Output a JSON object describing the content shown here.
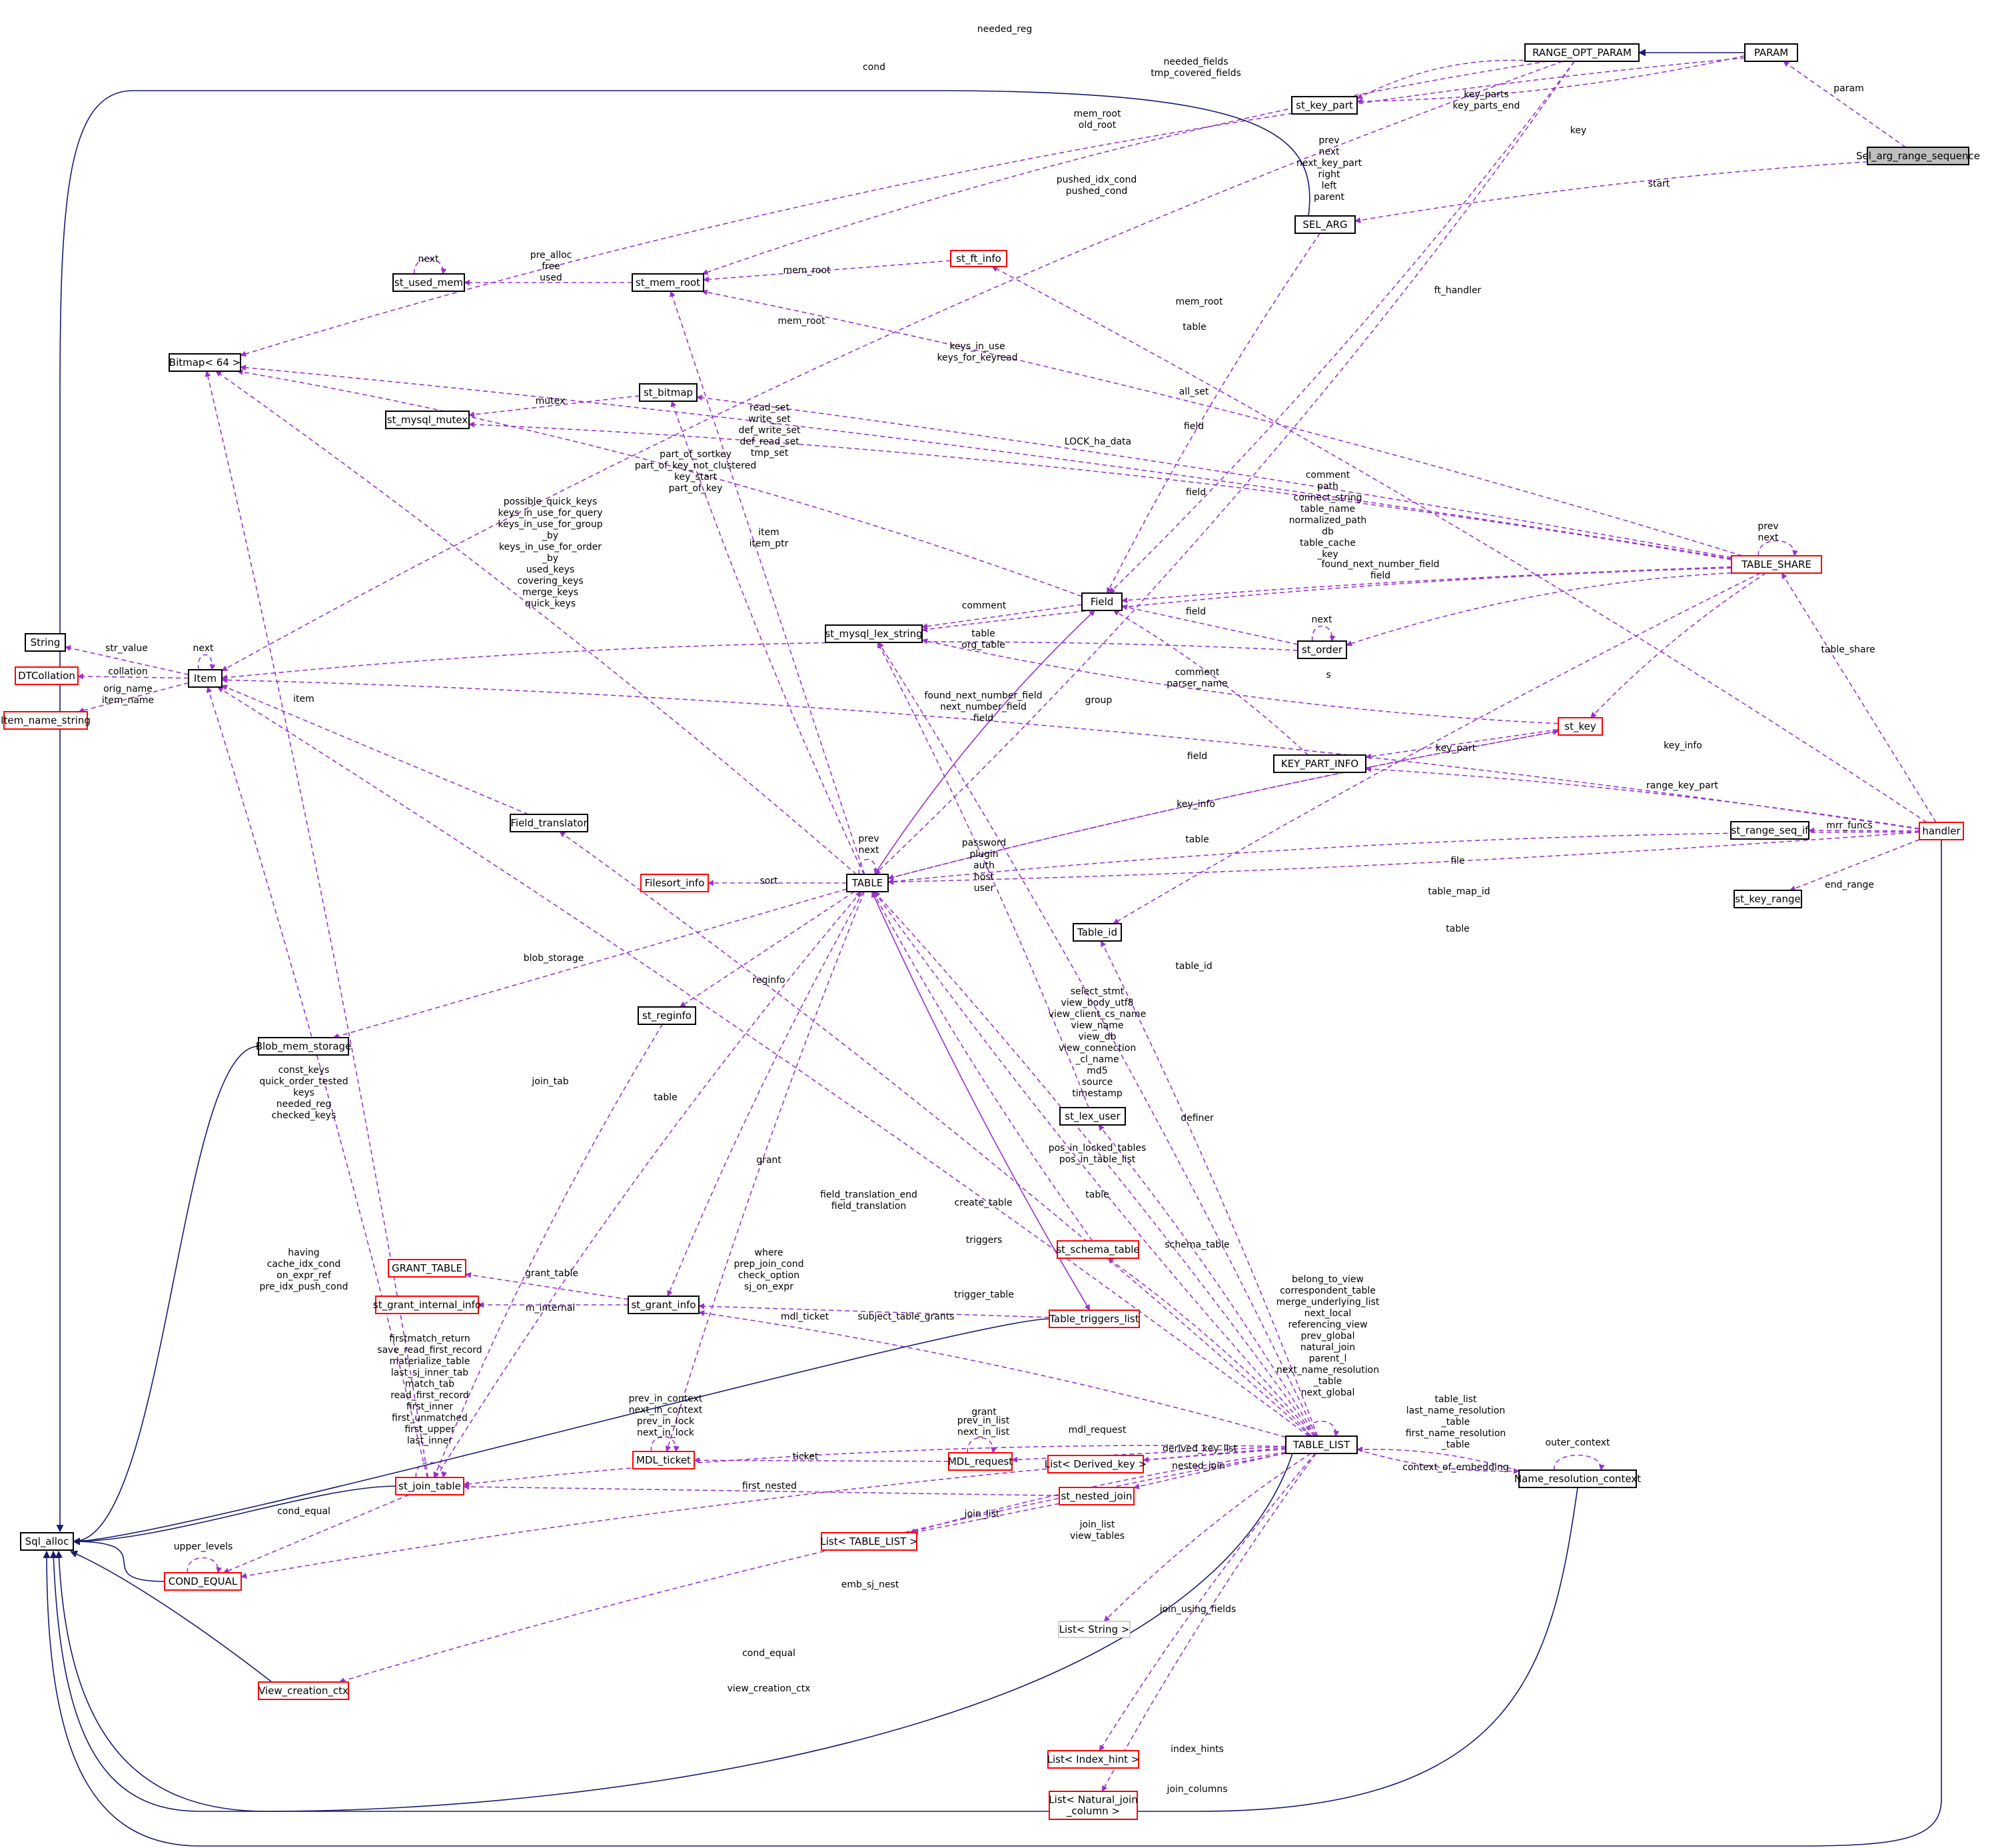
{
  "diagram": {
    "colors": {
      "inherit": "#191970",
      "usage": "#9a32cd",
      "truncated_node": "#ff0000",
      "plain_node": "#000000",
      "undocumented_node": "#bfbfbf",
      "focus_fill": "#bfbfbf"
    },
    "nodes": [
      {
        "id": "sel_arg_range_sequence",
        "label": "Sel_arg_range_sequence",
        "style": "focus"
      },
      {
        "id": "param",
        "label": "PARAM",
        "style": "plain"
      },
      {
        "id": "range_opt_param",
        "label": "RANGE_OPT_PARAM",
        "style": "plain"
      },
      {
        "id": "st_key_part",
        "label": "st_key_part",
        "style": "plain"
      },
      {
        "id": "sel_arg",
        "label": "SEL_ARG",
        "style": "plain"
      },
      {
        "id": "st_ft_info",
        "label": "st_ft_info",
        "style": "red"
      },
      {
        "id": "st_used_mem",
        "label": "st_used_mem",
        "style": "plain"
      },
      {
        "id": "st_mem_root",
        "label": "st_mem_root",
        "style": "plain"
      },
      {
        "id": "bitmap64",
        "label": "Bitmap< 64 >",
        "style": "plain"
      },
      {
        "id": "st_bitmap",
        "label": "st_bitmap",
        "style": "plain"
      },
      {
        "id": "st_mysql_mutex",
        "label": "st_mysql_mutex",
        "style": "plain"
      },
      {
        "id": "table_share",
        "label": "TABLE_SHARE",
        "style": "red"
      },
      {
        "id": "field",
        "label": "Field",
        "style": "plain"
      },
      {
        "id": "st_mysql_lex_string",
        "label": "st_mysql_lex_string",
        "style": "plain"
      },
      {
        "id": "st_order",
        "label": "st_order",
        "style": "plain"
      },
      {
        "id": "string",
        "label": "String",
        "style": "plain"
      },
      {
        "id": "dtcollation",
        "label": "DTCollation",
        "style": "red"
      },
      {
        "id": "item",
        "label": "Item",
        "style": "plain"
      },
      {
        "id": "item_name_string",
        "label": "Item_name_string",
        "style": "red"
      },
      {
        "id": "st_key",
        "label": "st_key",
        "style": "red"
      },
      {
        "id": "key_part_info",
        "label": "KEY_PART_INFO",
        "style": "plain"
      },
      {
        "id": "field_translator",
        "label": "Field_translator",
        "style": "plain"
      },
      {
        "id": "handler",
        "label": "handler",
        "style": "red"
      },
      {
        "id": "st_range_seq_if",
        "label": "st_range_seq_if",
        "style": "plain"
      },
      {
        "id": "st_key_range",
        "label": "st_key_range",
        "style": "plain"
      },
      {
        "id": "filesort_info",
        "label": "Filesort_info",
        "style": "red"
      },
      {
        "id": "table",
        "label": "TABLE",
        "style": "plain"
      },
      {
        "id": "table_id",
        "label": "Table_id",
        "style": "plain"
      },
      {
        "id": "st_reginfo",
        "label": "st_reginfo",
        "style": "plain"
      },
      {
        "id": "blob_mem_storage",
        "label": "Blob_mem_storage",
        "style": "plain"
      },
      {
        "id": "st_lex_user",
        "label": "st_lex_user",
        "style": "plain"
      },
      {
        "id": "grant_table",
        "label": "GRANT_TABLE",
        "style": "red"
      },
      {
        "id": "st_schema_table",
        "label": "st_schema_table",
        "style": "red"
      },
      {
        "id": "st_grant_internal_info",
        "label": "st_grant_internal_info",
        "style": "red"
      },
      {
        "id": "st_grant_info",
        "label": "st_grant_info",
        "style": "plain"
      },
      {
        "id": "table_triggers_list",
        "label": "Table_triggers_list",
        "style": "red"
      },
      {
        "id": "mdl_ticket",
        "label": "MDL_ticket",
        "style": "red"
      },
      {
        "id": "mdl_request",
        "label": "MDL_request",
        "style": "red"
      },
      {
        "id": "table_list",
        "label": "TABLE_LIST",
        "style": "plain"
      },
      {
        "id": "list_derived_key",
        "label": "List< Derived_key >",
        "style": "red"
      },
      {
        "id": "name_resolution_context",
        "label": "Name_resolution_context",
        "style": "plain"
      },
      {
        "id": "st_join_table",
        "label": "st_join_table",
        "style": "red"
      },
      {
        "id": "st_nested_join",
        "label": "st_nested_join",
        "style": "red"
      },
      {
        "id": "sql_alloc",
        "label": "Sql_alloc",
        "style": "plain"
      },
      {
        "id": "list_table_list",
        "label": "List< TABLE_LIST >",
        "style": "red"
      },
      {
        "id": "cond_equal",
        "label": "COND_EQUAL",
        "style": "red"
      },
      {
        "id": "list_string",
        "label": "List< String >",
        "style": "grey"
      },
      {
        "id": "view_creation_ctx",
        "label": "View_creation_ctx",
        "style": "red"
      },
      {
        "id": "list_index_hint",
        "label": "List< Index_hint >",
        "style": "red"
      },
      {
        "id": "list_natural_join_column",
        "label": [
          "List< Natural_join",
          "_column >"
        ],
        "style": "red"
      }
    ],
    "edge_labels": [
      {
        "id": "needed_reg",
        "lines": [
          "needed_reg"
        ]
      },
      {
        "id": "cond",
        "lines": [
          "cond"
        ]
      },
      {
        "id": "needed_fields",
        "lines": [
          "needed_fields",
          "tmp_covered_fields"
        ]
      },
      {
        "id": "mem_root_old",
        "lines": [
          "mem_root",
          "old_root"
        ]
      },
      {
        "id": "param",
        "lines": [
          "param"
        ]
      },
      {
        "id": "key_parts",
        "lines": [
          "key_parts",
          "key_parts_end"
        ]
      },
      {
        "id": "key",
        "lines": [
          "key"
        ]
      },
      {
        "id": "start",
        "lines": [
          "start"
        ]
      },
      {
        "id": "sel_arg_self",
        "lines": [
          "prev",
          "next",
          "next_key_part",
          "right",
          "left",
          "parent"
        ]
      },
      {
        "id": "pushed_idx_cond",
        "lines": [
          "pushed_idx_cond",
          "pushed_cond"
        ]
      },
      {
        "id": "next_used_mem",
        "lines": [
          "next"
        ]
      },
      {
        "id": "pre_alloc",
        "lines": [
          "pre_alloc",
          "free",
          "used"
        ]
      },
      {
        "id": "mem_root_ft",
        "lines": [
          "mem_root"
        ]
      },
      {
        "id": "ft_handler",
        "lines": [
          "ft_handler"
        ]
      },
      {
        "id": "mem_root_share",
        "lines": [
          "mem_root"
        ]
      },
      {
        "id": "mem_root_table",
        "lines": [
          "mem_root"
        ]
      },
      {
        "id": "table_field",
        "lines": [
          "table"
        ]
      },
      {
        "id": "keys_in_use",
        "lines": [
          "keys_in_use",
          "keys_for_keyread"
        ]
      },
      {
        "id": "all_set",
        "lines": [
          "all_set"
        ]
      },
      {
        "id": "mutex",
        "lines": [
          "mutex"
        ]
      },
      {
        "id": "read_set",
        "lines": [
          "read_set",
          "write_set",
          "def_write_set",
          "def_read_set",
          "tmp_set"
        ]
      },
      {
        "id": "field_sel_arg",
        "lines": [
          "field"
        ]
      },
      {
        "id": "lock_ha_data",
        "lines": [
          "LOCK_ha_data"
        ]
      },
      {
        "id": "part_of_sortkey",
        "lines": [
          "part_of_sortkey",
          "part_of_key_not_clustered",
          "key_start",
          "part_of_key"
        ]
      },
      {
        "id": "possible_quick_keys",
        "lines": [
          "possible_quick_keys",
          "keys_in_use_for_query",
          "keys_in_use_for_group",
          "_by",
          "keys_in_use_for_order",
          "_by",
          "used_keys",
          "covering_keys",
          "merge_keys",
          "quick_keys"
        ]
      },
      {
        "id": "field_key_part",
        "lines": [
          "field"
        ]
      },
      {
        "id": "comment_share",
        "lines": [
          "comment",
          "path",
          "connect_string",
          "table_name",
          "normalized_path",
          "db",
          "table_cache",
          "_key"
        ]
      },
      {
        "id": "share_self",
        "lines": [
          "prev",
          "next"
        ]
      },
      {
        "id": "item_ptr",
        "lines": [
          "item",
          "item_ptr"
        ]
      },
      {
        "id": "found_next_number_share",
        "lines": [
          "found_next_number_field",
          "field"
        ]
      },
      {
        "id": "comment_field",
        "lines": [
          "comment"
        ]
      },
      {
        "id": "next_order",
        "lines": [
          "next"
        ]
      },
      {
        "id": "field_order",
        "lines": [
          "field"
        ]
      },
      {
        "id": "str_value",
        "lines": [
          "str_value"
        ]
      },
      {
        "id": "next_item",
        "lines": [
          "next"
        ]
      },
      {
        "id": "collation",
        "lines": [
          "collation"
        ]
      },
      {
        "id": "orig_name",
        "lines": [
          "orig_name",
          "item_name"
        ]
      },
      {
        "id": "table_org_table",
        "lines": [
          "table",
          "org_table"
        ]
      },
      {
        "id": "comment_parser",
        "lines": [
          "comment",
          "parser_name"
        ]
      },
      {
        "id": "s",
        "lines": [
          "s"
        ]
      },
      {
        "id": "table_share_h",
        "lines": [
          "table_share"
        ]
      },
      {
        "id": "item_ft",
        "lines": [
          "item"
        ]
      },
      {
        "id": "group",
        "lines": [
          "group"
        ]
      },
      {
        "id": "found_next_number_table",
        "lines": [
          "found_next_number_field",
          "next_number_field",
          "field"
        ]
      },
      {
        "id": "key_info_share",
        "lines": [
          "key_info"
        ]
      },
      {
        "id": "field_kpi",
        "lines": [
          "field"
        ]
      },
      {
        "id": "key_part",
        "lines": [
          "key_part"
        ]
      },
      {
        "id": "range_key_part",
        "lines": [
          "range_key_part"
        ]
      },
      {
        "id": "key_info_table",
        "lines": [
          "key_info"
        ]
      },
      {
        "id": "mrr_funcs",
        "lines": [
          "mrr_funcs"
        ]
      },
      {
        "id": "table_stkey",
        "lines": [
          "table"
        ]
      },
      {
        "id": "table_self",
        "lines": [
          "prev",
          "next"
        ]
      },
      {
        "id": "password",
        "lines": [
          "password",
          "plugin",
          "auth",
          "host",
          "user"
        ]
      },
      {
        "id": "file",
        "lines": [
          "file"
        ]
      },
      {
        "id": "sort",
        "lines": [
          "sort"
        ]
      },
      {
        "id": "end_range",
        "lines": [
          "end_range"
        ]
      },
      {
        "id": "table_map_id",
        "lines": [
          "table_map_id"
        ]
      },
      {
        "id": "table_handler",
        "lines": [
          "table"
        ]
      },
      {
        "id": "blob_storage",
        "lines": [
          "blob_storage"
        ]
      },
      {
        "id": "table_id_lbl",
        "lines": [
          "table_id"
        ]
      },
      {
        "id": "reginfo",
        "lines": [
          "reginfo"
        ]
      },
      {
        "id": "select_stmt",
        "lines": [
          "select_stmt",
          "view_body_utf8",
          "view_client_cs_name",
          "view_name",
          "view_db",
          "view_connection",
          "_cl_name",
          "md5",
          "source",
          "timestamp"
        ]
      },
      {
        "id": "const_keys",
        "lines": [
          "const_keys",
          "quick_order_tested",
          "keys",
          "needed_reg",
          "checked_keys"
        ]
      },
      {
        "id": "join_tab",
        "lines": [
          "join_tab"
        ]
      },
      {
        "id": "table_jt",
        "lines": [
          "table"
        ]
      },
      {
        "id": "definer",
        "lines": [
          "definer"
        ]
      },
      {
        "id": "pos_in_locked",
        "lines": [
          "pos_in_locked_tables",
          "pos_in_table_list"
        ]
      },
      {
        "id": "grant",
        "lines": [
          "grant"
        ]
      },
      {
        "id": "table_tl",
        "lines": [
          "table"
        ]
      },
      {
        "id": "field_translation",
        "lines": [
          "field_translation_end",
          "field_translation"
        ]
      },
      {
        "id": "create_table",
        "lines": [
          "create_table"
        ]
      },
      {
        "id": "having",
        "lines": [
          "having",
          "cache_idx_cond",
          "on_expr_ref",
          "pre_idx_push_cond"
        ]
      },
      {
        "id": "triggers",
        "lines": [
          "triggers"
        ]
      },
      {
        "id": "where",
        "lines": [
          "where",
          "prep_join_cond",
          "check_option",
          "sj_on_expr"
        ]
      },
      {
        "id": "schema_table",
        "lines": [
          "schema_table"
        ]
      },
      {
        "id": "grant_table_lbl",
        "lines": [
          "grant_table"
        ]
      },
      {
        "id": "trigger_table",
        "lines": [
          "trigger_table"
        ]
      },
      {
        "id": "tl_self",
        "lines": [
          "belong_to_view",
          "correspondent_table",
          "merge_underlying_list",
          "next_local",
          "referencing_view",
          "prev_global",
          "natural_join",
          "parent_l",
          "next_name_resolution",
          "_table",
          "next_global"
        ]
      },
      {
        "id": "m_internal",
        "lines": [
          "m_internal"
        ]
      },
      {
        "id": "subject_table_grants",
        "lines": [
          "subject_table_grants"
        ]
      },
      {
        "id": "mdl_ticket_lbl",
        "lines": [
          "mdl_ticket"
        ]
      },
      {
        "id": "firstmatch",
        "lines": [
          "firstmatch_return",
          "save_read_first_record",
          "materialize_table",
          "last_sj_inner_tab",
          "match_tab",
          "read_first_record",
          "first_inner",
          "first_unmatched",
          "first_upper",
          "last_inner"
        ]
      },
      {
        "id": "prev_in_context",
        "lines": [
          "prev_in_context",
          "next_in_context",
          "prev_in_lock",
          "next_in_lock"
        ]
      },
      {
        "id": "grant_gi",
        "lines": [
          "grant"
        ]
      },
      {
        "id": "prev_in_list",
        "lines": [
          "prev_in_list",
          "next_in_list"
        ]
      },
      {
        "id": "table_list_nrc",
        "lines": [
          "table_list",
          "last_name_resolution",
          "_table",
          "first_name_resolution",
          "_table"
        ]
      },
      {
        "id": "outer_context",
        "lines": [
          "outer_context"
        ]
      },
      {
        "id": "mdl_request_lbl",
        "lines": [
          "mdl_request"
        ]
      },
      {
        "id": "ticket",
        "lines": [
          "ticket"
        ]
      },
      {
        "id": "derived_key_list",
        "lines": [
          "derived_key_list"
        ]
      },
      {
        "id": "context_of_embedding",
        "lines": [
          "context_of_embedding"
        ]
      },
      {
        "id": "nested_join",
        "lines": [
          "nested_join"
        ]
      },
      {
        "id": "first_nested",
        "lines": [
          "first_nested"
        ]
      },
      {
        "id": "cond_equal_jt",
        "lines": [
          "cond_equal"
        ]
      },
      {
        "id": "upper_levels",
        "lines": [
          "upper_levels"
        ]
      },
      {
        "id": "join_list",
        "lines": [
          "join_list"
        ]
      },
      {
        "id": "join_list_view",
        "lines": [
          "join_list",
          "view_tables"
        ]
      },
      {
        "id": "emb_sj_nest",
        "lines": [
          "emb_sj_nest"
        ]
      },
      {
        "id": "join_using_fields",
        "lines": [
          "join_using_fields"
        ]
      },
      {
        "id": "cond_equal_tl",
        "lines": [
          "cond_equal"
        ]
      },
      {
        "id": "view_creation_ctx",
        "lines": [
          "view_creation_ctx"
        ]
      },
      {
        "id": "index_hints",
        "lines": [
          "index_hints"
        ]
      },
      {
        "id": "join_columns",
        "lines": [
          "join_columns"
        ]
      }
    ]
  }
}
